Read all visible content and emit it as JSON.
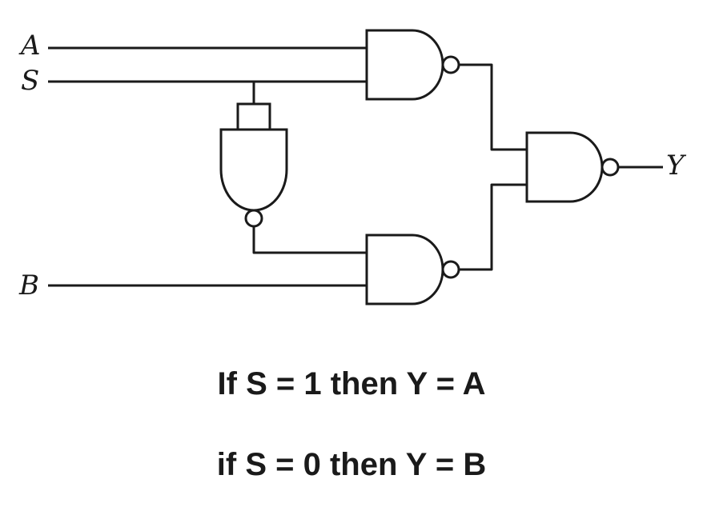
{
  "labels": {
    "input_a": "A",
    "input_s": "S",
    "input_b": "B",
    "output_y": "Y"
  },
  "captions": {
    "line1": "If S = 1 then Y = A",
    "line2": "if S = 0 then Y = B"
  },
  "colors": {
    "stroke": "#1a1a1a",
    "background": "#ffffff"
  }
}
